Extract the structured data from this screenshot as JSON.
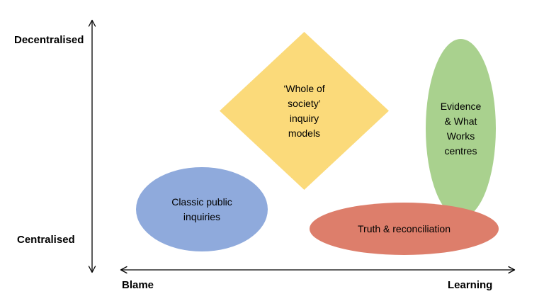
{
  "axes": {
    "y": {
      "top_label": "Decentralised",
      "bottom_label": "Centralised"
    },
    "x": {
      "left_label": "Blame",
      "right_label": "Learning"
    }
  },
  "shapes": {
    "whole_of_society": {
      "type": "diamond",
      "color": "#FBDA7A",
      "label": "‘Whole of society’ inquiry models",
      "lines": [
        "‘Whole of",
        "society’",
        "inquiry",
        "models"
      ]
    },
    "evidence_centres": {
      "type": "ellipse",
      "color": "#A9D18E",
      "label": "Evidence & What Works centres",
      "lines": [
        "Evidence",
        "& What",
        "Works",
        "centres"
      ]
    },
    "classic_inquiries": {
      "type": "ellipse",
      "color": "#8FAADC",
      "label": "Classic public inquiries",
      "lines": [
        "Classic public",
        "inquiries"
      ]
    },
    "truth_reconciliation": {
      "type": "ellipse",
      "color": "#DD7E6B",
      "label": "Truth & reconciliation",
      "lines": [
        "Truth & reconciliation"
      ]
    }
  }
}
